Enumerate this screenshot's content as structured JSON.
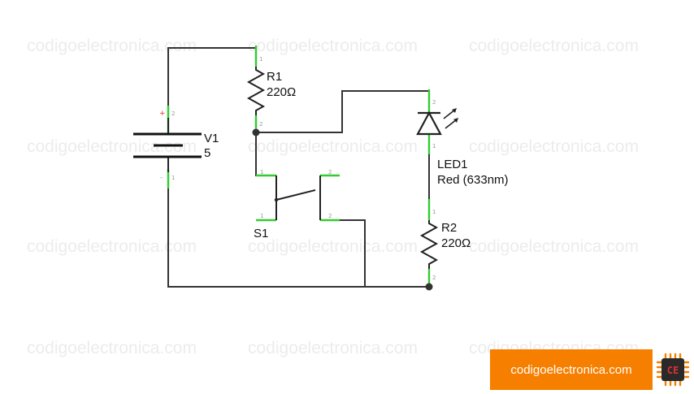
{
  "watermark": "codigoelectronica.com",
  "battery": {
    "name": "V1",
    "value": "5",
    "pin_top": "2",
    "pin_bottom": "1",
    "plus": "+",
    "minus": "-"
  },
  "r1": {
    "name": "R1",
    "value": "220Ω",
    "pin_top": "1",
    "pin_bottom": "2"
  },
  "s1": {
    "name": "S1",
    "pin_tl": "1",
    "pin_bl": "1",
    "pin_tr": "2",
    "pin_br": "2"
  },
  "led1": {
    "name": "LED1",
    "value": "Red (633nm)",
    "pin_top": "2",
    "pin_bottom": "1"
  },
  "r2": {
    "name": "R2",
    "value": "220Ω",
    "pin_top": "1",
    "pin_bottom": "2"
  },
  "brand": {
    "text": "codigoelectronica.com",
    "chip": "CE"
  },
  "colors": {
    "brand": "#f77f00",
    "lead": "#33cc33",
    "wire": "#333333",
    "plus": "#e03030"
  }
}
